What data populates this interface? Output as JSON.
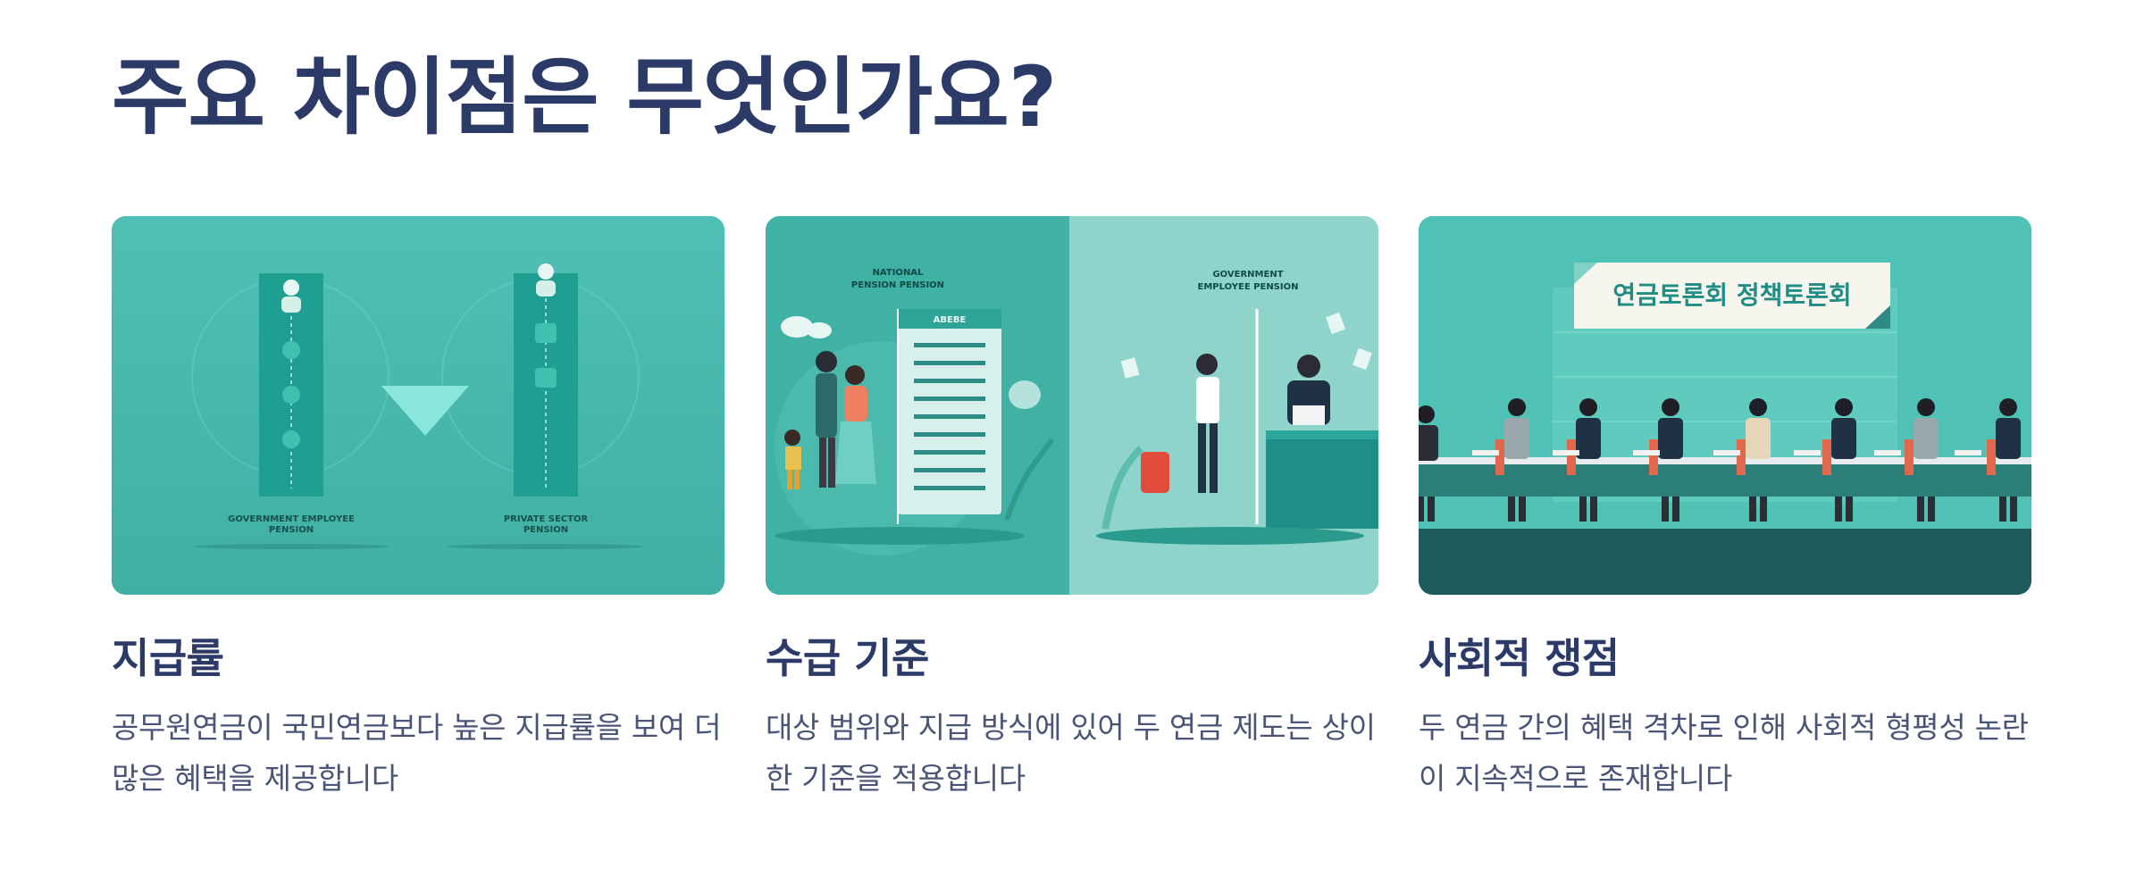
{
  "page": {
    "title": "주요 차이점은 무엇인가요?"
  },
  "cards": [
    {
      "heading": "지급률",
      "body": "공무원연금이 국민연금보다 높은 지급률을 보여 더 많은 혜택을 제공합니다",
      "illustration": {
        "left_caption_1": "GOVERNMENT EMPLOYEE",
        "left_caption_2": "PENSION",
        "right_caption_1": "PRIVATE SECTOR",
        "right_caption_2": "PENSION"
      }
    },
    {
      "heading": "수급 기준",
      "body": "대상 범위와 지급 방식에 있어 두 연금 제도는 상이한 기준을 적용합니다",
      "illustration": {
        "left_caption_1": "NATIONAL",
        "left_caption_2": "PENSION PENSION",
        "board_title": "ABEBE",
        "right_caption_1": "GOVERNMENT",
        "right_caption_2": "EMPLOYEE PENSION"
      }
    },
    {
      "heading": "사회적 쟁점",
      "body": "두 연금 간의 혜택 격차로 인해 사회적 형평성 논란이 지속적으로 존재합니다",
      "illustration": {
        "banner_text": "연금토론회  정책토론회"
      }
    }
  ],
  "colors": {
    "title": "#2c3a68",
    "body_text": "#4a5476",
    "teal_light": "#5cc6b9",
    "teal_mid": "#46b8ab",
    "teal_dark": "#1e8f86",
    "navy": "#1f3144"
  }
}
